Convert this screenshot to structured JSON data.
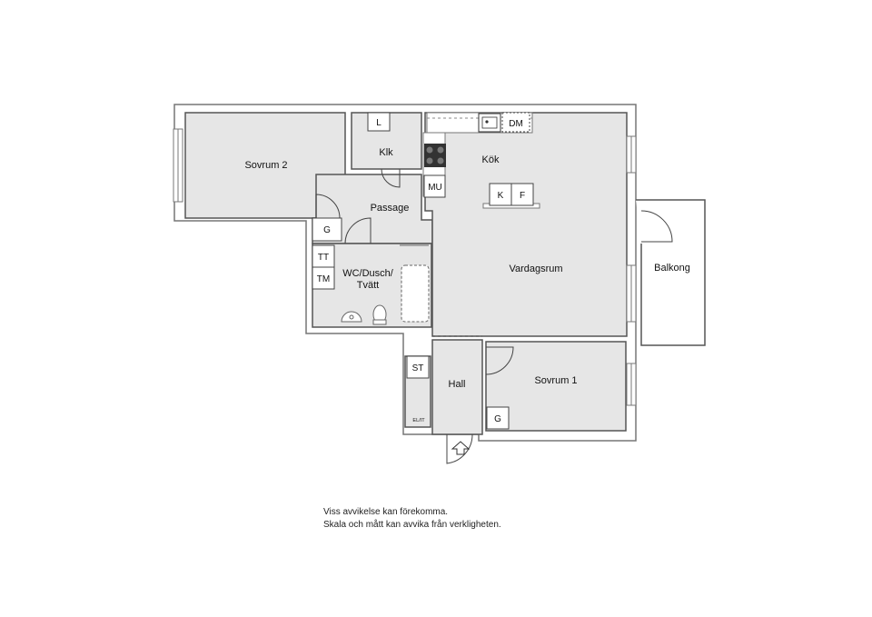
{
  "rooms": {
    "sovrum2": "Sovrum 2",
    "klk": "Klk",
    "passage": "Passage",
    "kok": "Kök",
    "vardagsrum": "Vardagsrum",
    "balkong": "Balkong",
    "wc_line1": "WC/Dusch/",
    "wc_line2": "Tvätt",
    "hall": "Hall",
    "sovrum1": "Sovrum 1"
  },
  "fixtures": {
    "l": "L",
    "dm": "DM",
    "mu": "MU",
    "k": "K",
    "f": "F",
    "g_passage": "G",
    "g_sovrum1": "G",
    "tt": "TT",
    "tm": "TM",
    "st": "ST",
    "el_it": "EL/IT"
  },
  "notes": {
    "line1": "Viss avvikelse kan förekomma.",
    "line2": "Skala och mått kan avvika från verkligheten."
  },
  "colors": {
    "floor": "#e6e6e6",
    "wall": "#555555",
    "outline": "#777777"
  }
}
